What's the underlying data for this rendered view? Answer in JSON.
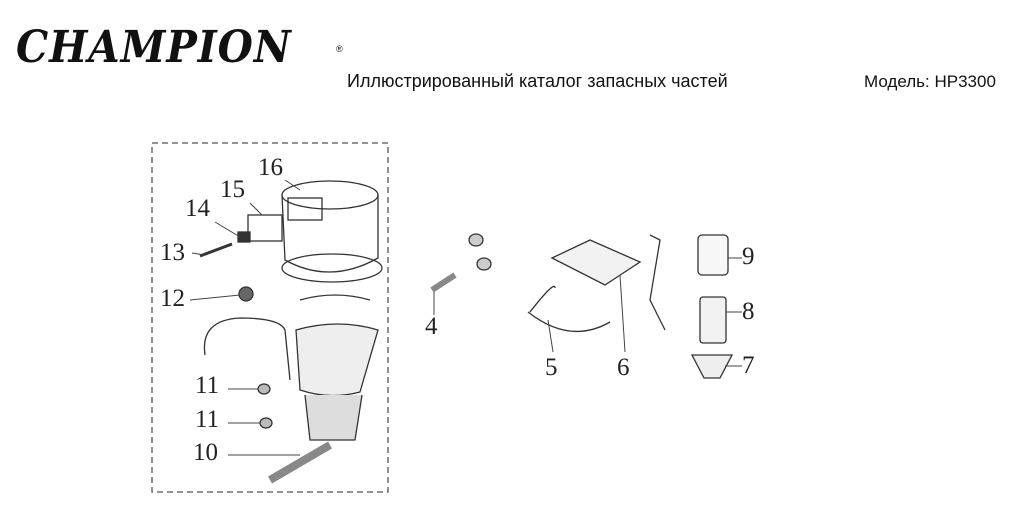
{
  "header": {
    "brand": "CHAMPION",
    "brand_mark": "®",
    "title": "Иллюстрированный каталог запасных частей",
    "model": "Модель: HP3300"
  },
  "callouts": [
    "16",
    "15",
    "14",
    "13",
    "12",
    "11",
    "11",
    "10",
    "4",
    "5",
    "6",
    "9",
    "8",
    "7"
  ]
}
